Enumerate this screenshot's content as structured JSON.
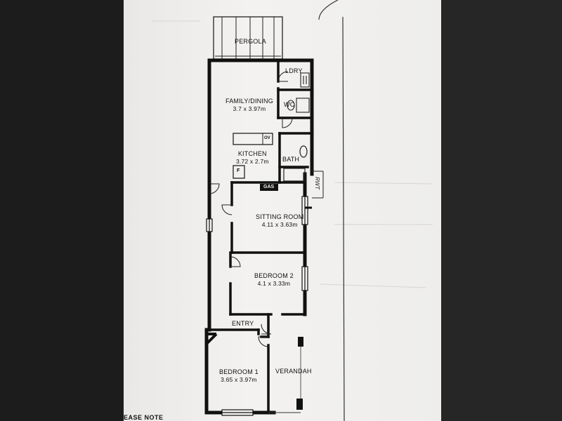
{
  "rooms": {
    "pergola": {
      "name": "PERGOLA"
    },
    "laundry": {
      "name": "LDRY"
    },
    "wc": {
      "name": "WC"
    },
    "family_dining": {
      "name": "FAMILY/DINING",
      "dims": "3.7 x 3.97m"
    },
    "kitchen": {
      "name": "KITCHEN",
      "dims": "3.72 x 2.7m"
    },
    "bath": {
      "name": "BATH"
    },
    "sitting_room": {
      "name": "SITTING ROOM",
      "dims": "4.11 x 3.63m"
    },
    "bedroom2": {
      "name": "BEDROOM 2",
      "dims": "4.1 x 3.33m"
    },
    "entry": {
      "name": "ENTRY"
    },
    "bedroom1": {
      "name": "BEDROOM 1",
      "dims": "3.65 x 3.97m"
    },
    "verandah": {
      "name": "VERANDAH"
    }
  },
  "fixtures": {
    "gas": "GAS",
    "fridge": "F",
    "oven": "OV",
    "rwt": "RWT"
  },
  "footer_text": "EASE NOTE"
}
